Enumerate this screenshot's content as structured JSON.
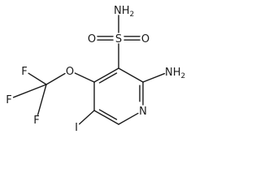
{
  "molecule": {
    "atoms": {
      "nh2_sulfonamide": "NH2",
      "sulfur": "S",
      "o_left": "O",
      "o_right": "O",
      "nh2_amino": "NH2",
      "n_ring": "N",
      "o_ether": "O",
      "f_top": "F",
      "f_left": "F",
      "f_bottom": "F",
      "iodine": "I"
    },
    "bonds": [
      {
        "from": "c_sulfonyl",
        "to": "c_amino",
        "order": 1
      },
      {
        "from": "c_amino",
        "to": "n_ring",
        "order": 2
      },
      {
        "from": "n_ring",
        "to": "c_h",
        "order": 1
      },
      {
        "from": "c_h",
        "to": "c_iodo",
        "order": 2
      },
      {
        "from": "c_iodo",
        "to": "c_ocf3",
        "order": 1
      },
      {
        "from": "c_ocf3",
        "to": "c_sulfonyl",
        "order": 2
      },
      {
        "from": "c_sulfonyl",
        "to": "sulfur",
        "order": 1
      },
      {
        "from": "sulfur",
        "to": "nh2_sulfonamide",
        "order": 1
      },
      {
        "from": "sulfur",
        "to": "o_left",
        "order": 2
      },
      {
        "from": "sulfur",
        "to": "o_right",
        "order": 2
      },
      {
        "from": "c_amino",
        "to": "nh2_amino",
        "order": 1
      },
      {
        "from": "c_ocf3",
        "to": "o_ether",
        "order": 1
      },
      {
        "from": "o_ether",
        "to": "c_cf3",
        "order": 1
      },
      {
        "from": "c_cf3",
        "to": "f_top",
        "order": 1
      },
      {
        "from": "c_cf3",
        "to": "f_left",
        "order": 1
      },
      {
        "from": "c_cf3",
        "to": "f_bottom",
        "order": 1
      },
      {
        "from": "c_iodo",
        "to": "iodine",
        "order": 1
      }
    ]
  }
}
